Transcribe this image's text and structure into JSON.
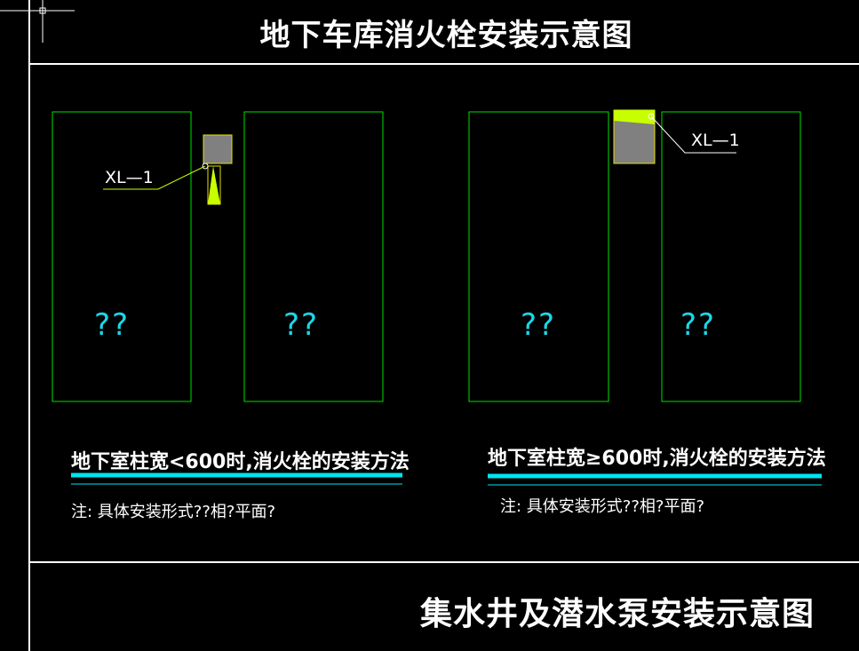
{
  "drawing": {
    "title_top": "地下车库消火栓安装示意图",
    "title_bottom": "集水井及潜水泵安装示意图",
    "colors": {
      "background": "#000000",
      "frame": "#ffffff",
      "column_outline": "#00e000",
      "hydrant_fill": "#808080",
      "marker_fill": "#c8ff00",
      "underline_accent": "#00e5f0",
      "question_marks": "#19d8e8"
    }
  },
  "left_panel": {
    "heading": "地下室柱宽<600时,消火栓的安装方法",
    "note": "注: 具体安装形式??相?平面?",
    "tag": "XL—1",
    "column_marks": [
      "??",
      "??"
    ]
  },
  "right_panel": {
    "heading": "地下室柱宽≥600时,消火栓的安装方法",
    "note": "注: 具体安装形式??相?平面?",
    "tag": "XL—1",
    "column_marks": [
      "??",
      "??"
    ]
  }
}
